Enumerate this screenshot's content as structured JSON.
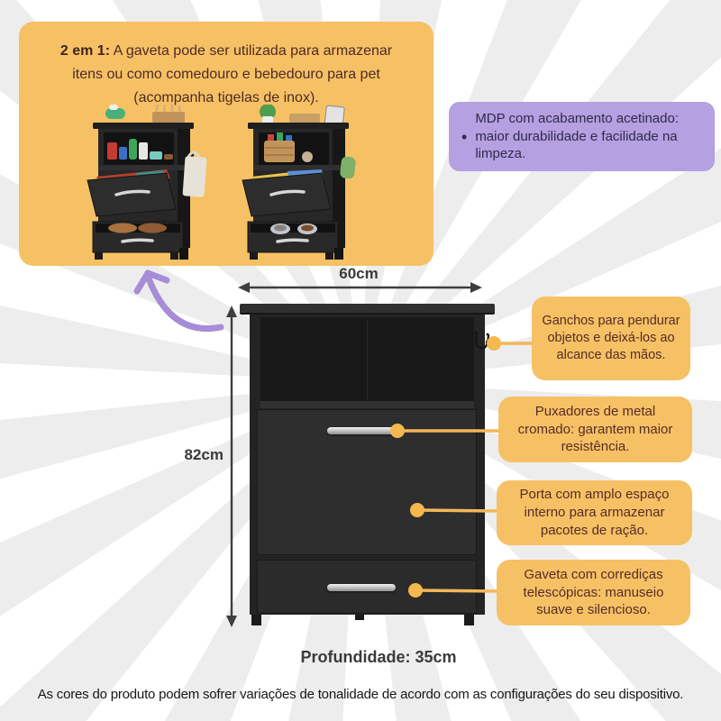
{
  "hero": {
    "title_bold": "2 em 1:",
    "title_rest": "A gaveta pode ser utilizada para armazenar itens ou como comedouro e bebedouro para pet (acompanha tigelas de inox)."
  },
  "material_note": {
    "bullet": "•",
    "text": "MDP com acabamento acetinado: maior durabilidade e facilidade na limpeza."
  },
  "dimensions": {
    "width_label": "60cm",
    "height_label": "82cm",
    "depth_label": "Profundidade: 35cm"
  },
  "callouts": [
    {
      "text": "Ganchos para pendurar objetos e deixá-los ao alcance das mãos."
    },
    {
      "text": "Puxadores de metal cromado: garantem maior resistência."
    },
    {
      "text": "Porta com amplo espaço interno para armazenar pacotes de ração."
    },
    {
      "text": "Gaveta com corrediças telescópicas: manuseio suave e silencioso."
    }
  ],
  "disclaimer": "As cores do produto podem sofrer variações de tonalidade de acordo com as configurações do seu dispositivo.",
  "colors": {
    "accent_orange": "#F6C164",
    "accent_purple": "#B5A0E2",
    "connector_orange": "#F2B75A",
    "text_brown": "#572B27",
    "text_navy": "#2E2A49",
    "dimension_gray": "#3A3A3A",
    "cabinet_black": "#262626"
  }
}
